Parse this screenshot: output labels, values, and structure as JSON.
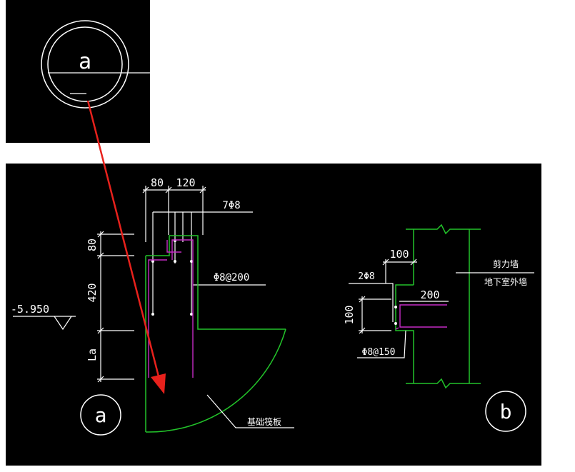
{
  "inset": {
    "callout_letter": "a"
  },
  "detail_a": {
    "dim_top_left": "80",
    "dim_top_right": "120",
    "rebar_top": "7Φ8",
    "dim_v_top": "80",
    "dim_v_mid": "420",
    "dim_v_bottom": "La",
    "stirrup": "Φ8@200",
    "elevation": "-5.950",
    "slab_label": "基础筏板",
    "callout": "a"
  },
  "detail_b": {
    "dim_100_top": "100",
    "rebar": "2Φ8",
    "dim_200": "200",
    "dim_100_left": "100",
    "stirrup": "Φ8@150",
    "wall_label_1": "剪力墙",
    "wall_label_2": "地下室外墙",
    "callout": "b"
  },
  "colors": {
    "background": "#000000",
    "line": "#ffffff",
    "outline": "#22c32a",
    "rebar": "#c52bc5",
    "arrow": "#e8211c"
  }
}
